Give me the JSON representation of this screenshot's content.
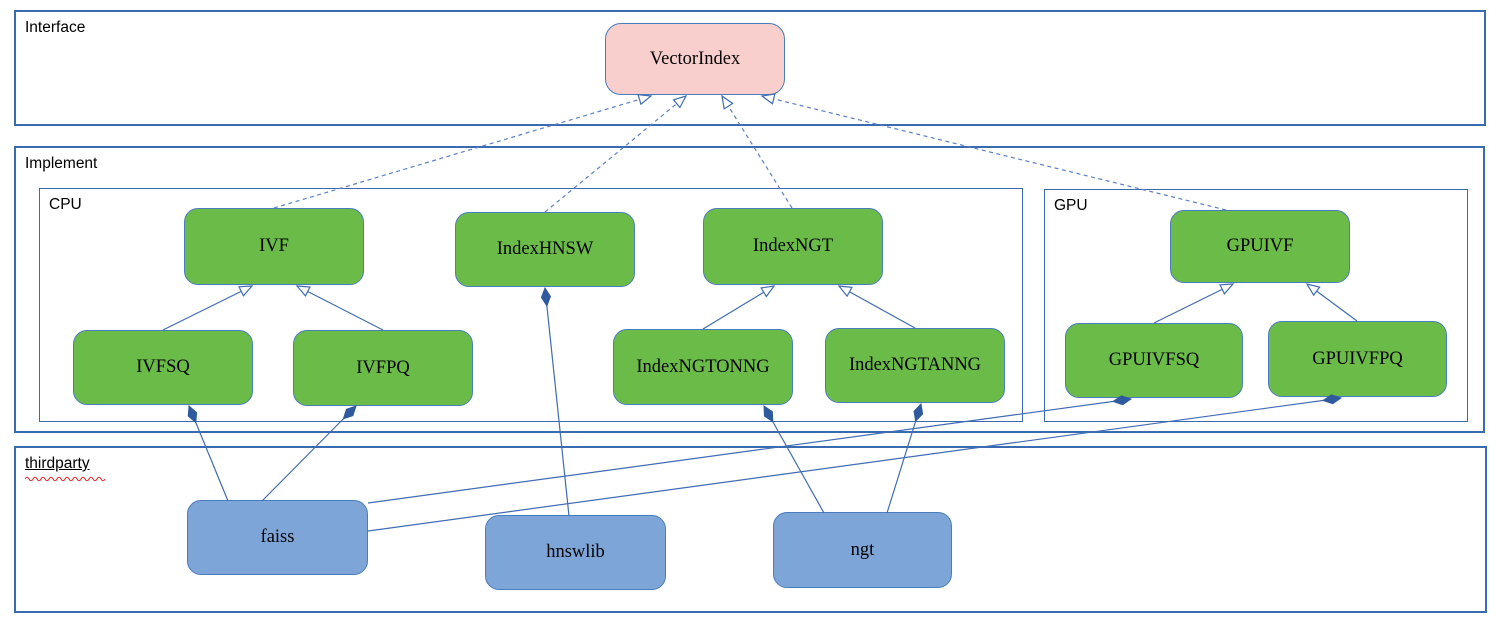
{
  "diagram": {
    "containers": [
      {
        "id": "interface",
        "label": "Interface"
      },
      {
        "id": "implement",
        "label": "Implement"
      },
      {
        "id": "cpu",
        "label": "CPU"
      },
      {
        "id": "gpu",
        "label": "GPU"
      },
      {
        "id": "thirdparty",
        "label": "thirdparty",
        "underlined": true,
        "spellcheck_squiggle": true
      }
    ],
    "nodes": [
      {
        "id": "vectorindex",
        "label": "VectorIndex",
        "kind": "interface",
        "group": "Interface"
      },
      {
        "id": "ivf",
        "label": "IVF",
        "kind": "implementation",
        "group": "CPU"
      },
      {
        "id": "indexhnsw",
        "label": "IndexHNSW",
        "kind": "implementation",
        "group": "CPU"
      },
      {
        "id": "indexngt",
        "label": "IndexNGT",
        "kind": "implementation",
        "group": "CPU"
      },
      {
        "id": "ivfsq",
        "label": "IVFSQ",
        "kind": "implementation",
        "group": "CPU"
      },
      {
        "id": "ivfpq",
        "label": "IVFPQ",
        "kind": "implementation",
        "group": "CPU"
      },
      {
        "id": "indexngtonng",
        "label": "IndexNGTONNG",
        "kind": "implementation",
        "group": "CPU"
      },
      {
        "id": "indexngtanng",
        "label": "IndexNGTANNG",
        "kind": "implementation",
        "group": "CPU"
      },
      {
        "id": "gpuivf",
        "label": "GPUIVF",
        "kind": "implementation",
        "group": "GPU"
      },
      {
        "id": "gpuivfsq",
        "label": "GPUIVFSQ",
        "kind": "implementation",
        "group": "GPU"
      },
      {
        "id": "gpuivfpq",
        "label": "GPUIVFPQ",
        "kind": "implementation",
        "group": "GPU"
      },
      {
        "id": "faiss",
        "label": "faiss",
        "kind": "thirdparty",
        "group": "thirdparty"
      },
      {
        "id": "hnswlib",
        "label": "hnswlib",
        "kind": "thirdparty",
        "group": "thirdparty"
      },
      {
        "id": "ngt",
        "label": "ngt",
        "kind": "thirdparty",
        "group": "thirdparty"
      }
    ],
    "edges": [
      {
        "from": "IVF",
        "to": "VectorIndex",
        "type": "realization",
        "style": "dashed-open-arrow"
      },
      {
        "from": "IndexHNSW",
        "to": "VectorIndex",
        "type": "realization",
        "style": "dashed-open-arrow"
      },
      {
        "from": "IndexNGT",
        "to": "VectorIndex",
        "type": "realization",
        "style": "dashed-open-arrow"
      },
      {
        "from": "GPUIVF",
        "to": "VectorIndex",
        "type": "realization",
        "style": "dashed-open-arrow"
      },
      {
        "from": "IVFSQ",
        "to": "IVF",
        "type": "inheritance",
        "style": "solid-open-arrow"
      },
      {
        "from": "IVFPQ",
        "to": "IVF",
        "type": "inheritance",
        "style": "solid-open-arrow"
      },
      {
        "from": "IndexNGTONNG",
        "to": "IndexNGT",
        "type": "inheritance",
        "style": "solid-open-arrow"
      },
      {
        "from": "IndexNGTANNG",
        "to": "IndexNGT",
        "type": "inheritance",
        "style": "solid-open-arrow"
      },
      {
        "from": "GPUIVFSQ",
        "to": "GPUIVF",
        "type": "inheritance",
        "style": "solid-open-arrow"
      },
      {
        "from": "GPUIVFPQ",
        "to": "GPUIVF",
        "type": "inheritance",
        "style": "solid-open-arrow"
      },
      {
        "from": "IndexHNSW",
        "to": "hnswlib",
        "type": "composition",
        "style": "solid-filled-diamond"
      },
      {
        "from": "IVFSQ",
        "to": "faiss",
        "type": "composition",
        "style": "solid-filled-diamond"
      },
      {
        "from": "IVFPQ",
        "to": "faiss",
        "type": "composition",
        "style": "solid-filled-diamond"
      },
      {
        "from": "IndexNGTONNG",
        "to": "ngt",
        "type": "composition",
        "style": "solid-filled-diamond"
      },
      {
        "from": "IndexNGTANNG",
        "to": "ngt",
        "type": "composition",
        "style": "solid-filled-diamond"
      },
      {
        "from": "GPUIVFSQ",
        "to": "faiss",
        "type": "composition",
        "style": "solid-filled-diamond"
      },
      {
        "from": "GPUIVFPQ",
        "to": "faiss",
        "type": "composition",
        "style": "solid-filled-diamond"
      }
    ],
    "colors": {
      "container_border": "#3a6bb0",
      "node_border": "#4a7dbd",
      "interface_fill": "#f8cfcd",
      "impl_fill": "#6bbb49",
      "thirdparty_fill": "#7da5d8",
      "edge": "#3f6cb5",
      "dashed_edge": "#5a80c8",
      "spellcheck": "#e03030",
      "text": "#000000"
    }
  }
}
